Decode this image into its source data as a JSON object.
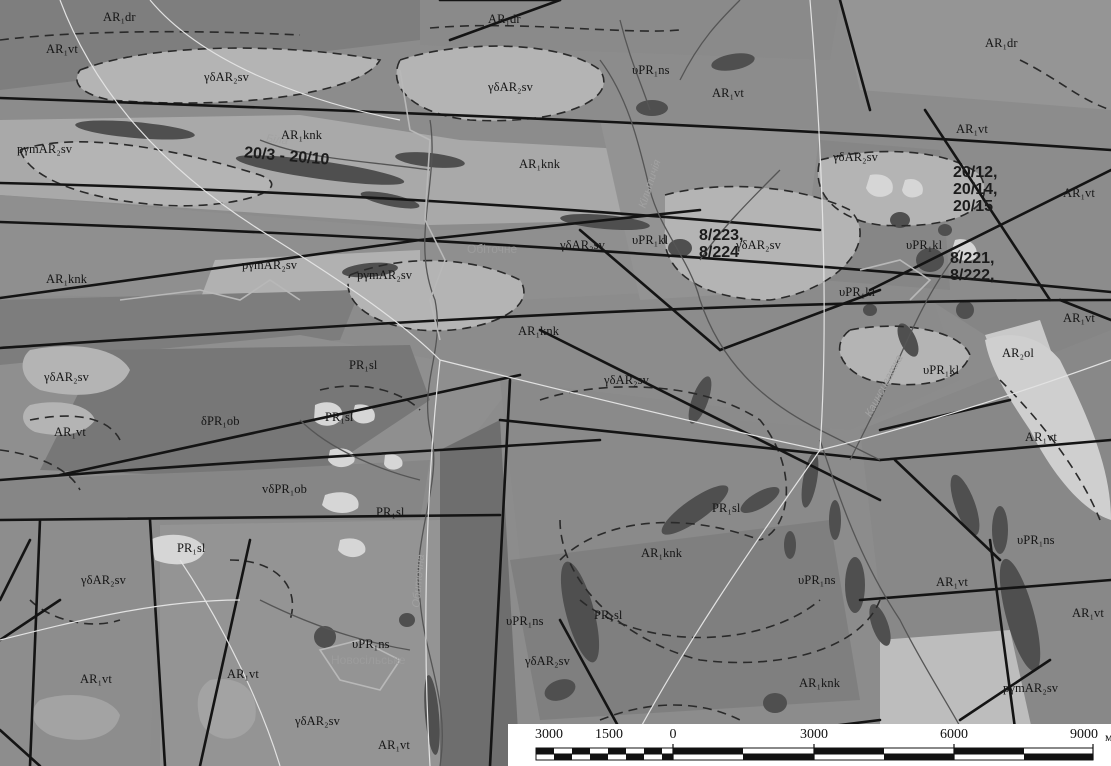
{
  "map": {
    "units": {
      "u01": "AR₁dr",
      "u02": "AR₁dr",
      "u03": "AR₁dr",
      "u04": "AR₁vt",
      "u05": "γδAR₂sv",
      "u06": "γδAR₂sv",
      "u07": "υPR₁ns",
      "u08": "AR₁vt",
      "u09": "AR₁vt",
      "u10": "AR₁knk",
      "u11": "pγmAR₂sv",
      "u12": "AR₁knk",
      "u13": "γδAR₂sv",
      "u14": "AR₁vt",
      "u15": "υPR₁kl",
      "u16": "γδAR₂sv",
      "u17": "γδAR₂sv",
      "u18": "υPR₁kl",
      "u19": "AR₁knk",
      "u20": "pγmAR₂sv",
      "u21": "pγmAR₂sv",
      "u22": "υPR₁kl",
      "u23": "AR₁knk",
      "u24": "AR₁vt",
      "u25": "AR₂ol",
      "u26": "γδAR₂sv",
      "u27": "PR₁sl",
      "u28": "γδAR₂sv",
      "u29": "υPR₁kl",
      "u30": "AR₁vt",
      "u31": "δPR₁ob",
      "u32": "PR₁sl",
      "u33": "AR₁vt",
      "u34": "vδPR₁ob",
      "u35": "PR₁sl",
      "u36": "PR₁sl",
      "u37": "PR₁sl",
      "u38": "υPR₁ns",
      "u39": "γδAR₂sv",
      "u40": "AR₁knk",
      "u41": "υPR₁ns",
      "u42": "PR₁sl",
      "u43": "AR₁vt",
      "u44": "AR₁vt",
      "u45": "υPR₁ns",
      "u46": "υPR₁ns",
      "u47": "γδAR₂sv",
      "u48": "AR₁vt",
      "u49": "AR₁vt",
      "u50": "γδAR₂sv",
      "u51": "AR₁vt",
      "u52": "AR₁knk",
      "u53": "pγmAR₂sv"
    },
    "settlements": {
      "obitochne": "Обіточне",
      "novosilske": "Новосільське"
    },
    "rivers": {
      "bila": "Біла",
      "kiltychia": "Кільтичія",
      "kaynsyvatka": "Каинсиватка",
      "obytochna": "Обиточна"
    },
    "sites": {
      "s1": "20/3 - 20/10",
      "s2": [
        "20/12,",
        "20/14,",
        "20/15"
      ],
      "s3": [
        "8/223,",
        "8/224"
      ],
      "s4": [
        "8/221,",
        "8/222,"
      ]
    }
  },
  "scale_bar": {
    "labels": [
      "3000",
      "1500",
      "0",
      "3000",
      "6000",
      "9000"
    ],
    "unit": "м"
  }
}
